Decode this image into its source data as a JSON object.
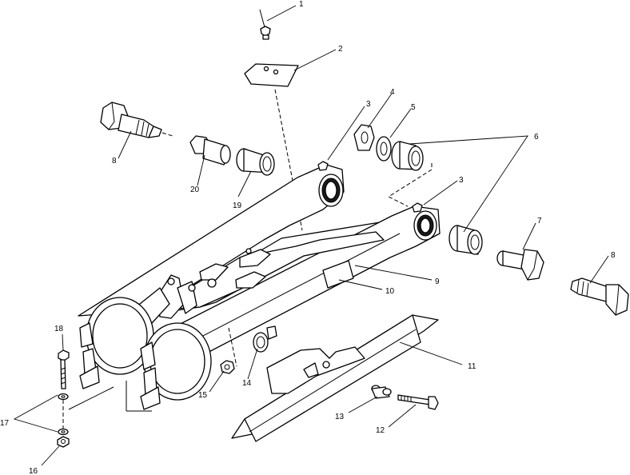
{
  "callouts": [
    {
      "id": "c1",
      "text": "1"
    },
    {
      "id": "c2",
      "text": "2"
    },
    {
      "id": "c3a",
      "text": "3"
    },
    {
      "id": "c3b",
      "text": "3"
    },
    {
      "id": "c4",
      "text": "4"
    },
    {
      "id": "c5",
      "text": "5"
    },
    {
      "id": "c6",
      "text": "6"
    },
    {
      "id": "c7",
      "text": "7"
    },
    {
      "id": "c8a",
      "text": "8"
    },
    {
      "id": "c8b",
      "text": "8"
    },
    {
      "id": "c9",
      "text": "9"
    },
    {
      "id": "c10",
      "text": "10"
    },
    {
      "id": "c11",
      "text": "11"
    },
    {
      "id": "c12",
      "text": "12"
    },
    {
      "id": "c13",
      "text": "13"
    },
    {
      "id": "c14",
      "text": "14"
    },
    {
      "id": "c15",
      "text": "15"
    },
    {
      "id": "c16",
      "text": "16"
    },
    {
      "id": "c17",
      "text": "17"
    },
    {
      "id": "c18",
      "text": "18"
    },
    {
      "id": "c19",
      "text": "19"
    },
    {
      "id": "c20",
      "text": "20"
    }
  ]
}
